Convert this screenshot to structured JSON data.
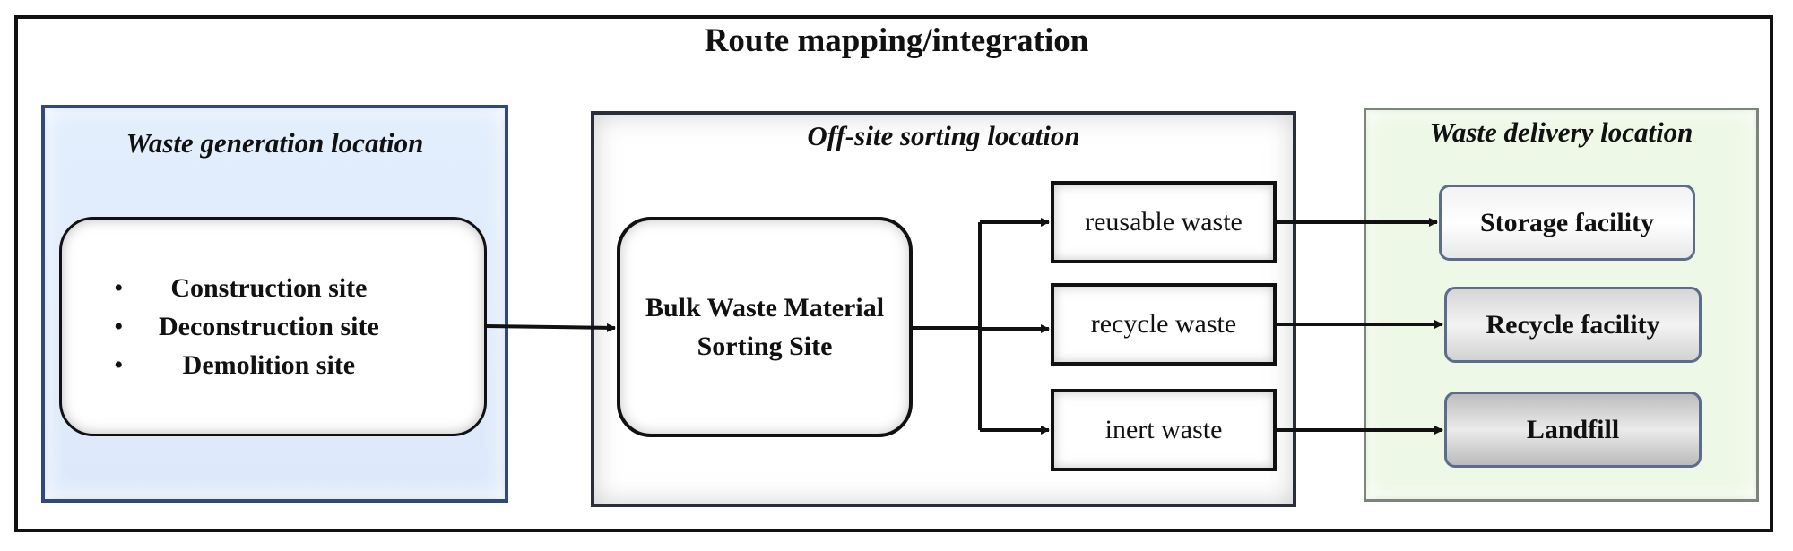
{
  "diagram": {
    "title": "Route mapping/integration",
    "generation": {
      "title": "Waste generation location",
      "sites": [
        "Construction site",
        "Deconstruction site",
        "Demolition site"
      ]
    },
    "sorting": {
      "title": "Off-site sorting location",
      "hub": "Bulk Waste Material Sorting Site",
      "waste_types": [
        "reusable waste",
        "recycle waste",
        "inert waste"
      ]
    },
    "delivery": {
      "title": "Waste delivery location",
      "destinations": [
        "Storage facility",
        "Recycle facility",
        "Landfill"
      ]
    },
    "colors": {
      "generation_fill": "#e2eefc",
      "generation_border": "#2f4a7a",
      "delivery_fill": "#eef8e6",
      "delivery_border": "#7d857a",
      "line": "#111111"
    }
  }
}
